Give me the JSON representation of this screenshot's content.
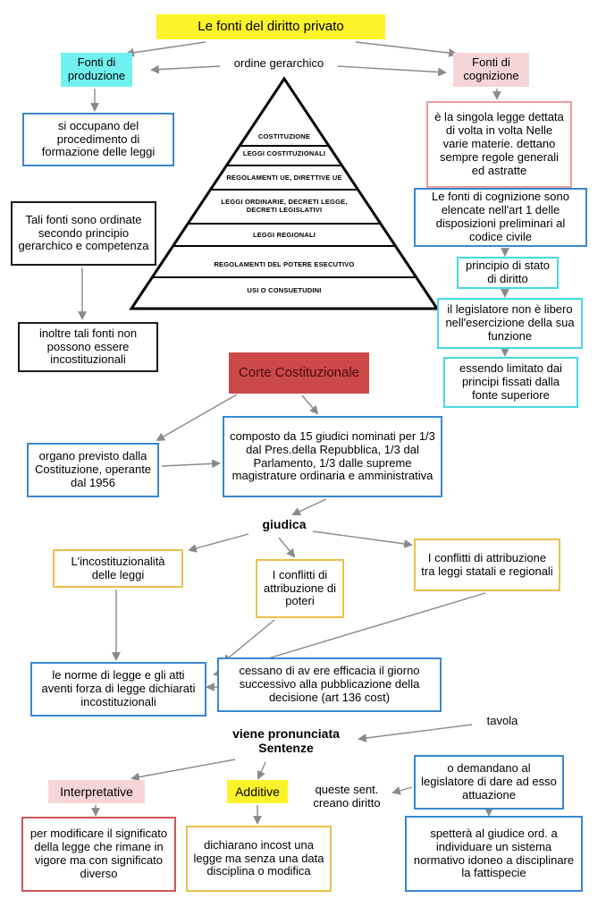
{
  "title": "Le fonti del diritto privato",
  "palette": {
    "highlight_yellow": "#fdf32b",
    "highlight_cyan": "#6ff2ef",
    "highlight_pink": "#f6d5d8",
    "corte_red": "#cb4949",
    "border_blue": "#3a87d0",
    "border_cyan": "#45d9e3",
    "border_yellow": "#ecc04c",
    "border_red": "#d05555",
    "border_pink": "#e8a0a0",
    "arrow_gray": "#8a8a8a"
  },
  "top": {
    "fonti_produzione": "Fonti di produzione",
    "ordine_gerarchico": "ordine gerarchico",
    "fonti_cognizione": "Fonti di cognizione"
  },
  "left": {
    "si_occupano": "si occupano del procedimento di formazione delle leggi",
    "tali_fonti": "Tali fonti sono ordinate secondo principio gerarchico e competenza",
    "inoltre": "inoltre tali fonti non possono essere incostituzionali"
  },
  "right": {
    "singola_legge": "è la singola legge dettata di volta in volta Nelle varie materie. dettano sempre regole generali ed astratte",
    "elencate": "Le fonti di cognizione sono elencate nell'art 1 delle disposizioni preliminari al codice civile",
    "principio_stato": "principio di stato di diritto",
    "legislatore": "il legislatore non è libero nell'esercizione della sua funzione",
    "essendo": "essendo limitato dai principi fissati dalla fonte superiore"
  },
  "pyramid": {
    "levels": [
      "COSTITUZIONE",
      "LEGGI COSTITUZIONALI",
      "REGOLAMENTI UE, DIRETTIVE UE",
      "LEGGI ORDINARIE, DECRETI LEGGE, DECRETI LEGISLATIVI",
      "LEGGI REGIONALI",
      "REGOLAMENTI DEL POTERE ESECUTIVO",
      "USI O CONSUETUDINI"
    ]
  },
  "corte": {
    "title": "Corte Costituzionale",
    "organo": "organo previsto dalla Costituzione, operante dal 1956",
    "composto": "composto da 15 giudici nominati per 1/3 dal Pres.della Repubblica, 1/3 dal Parlamento, 1/3 dalle supreme magistrature ordinaria e amministrativa",
    "giudica": "giudica",
    "incostituzionalita": "L'incostituzionalità delle leggi",
    "conflitti_poteri": "I conflitti di attribuzione di poteri",
    "conflitti_statali": "I conflitti di attribuzione tra leggi statali e regionali",
    "norme": "le norme di legge e gli atti aventi forza di legge dichiarati incostituzionali",
    "cessano": "cessano di av ere efficacia il giorno successivo alla pubblicazione della decisione (art 136 cost)",
    "tavola": "tavola"
  },
  "sentenze": {
    "header": "viene pronunciata Sentenze",
    "interpretative": "Interpretative",
    "additive": "Additive",
    "queste_sent": "queste sent. creano diritto",
    "demandano": "o demandano al legislatore di dare ad esso attuazione",
    "per_modificare": "per modificare il significato della legge che rimane in vigore ma con significato diverso",
    "dichiarano": "dichiarano incost una legge ma senza una data disciplina o modifica",
    "spettera": "spetterà al giudice ord. a individuare un sistema normativo idoneo a disciplinare la fattispecie"
  }
}
